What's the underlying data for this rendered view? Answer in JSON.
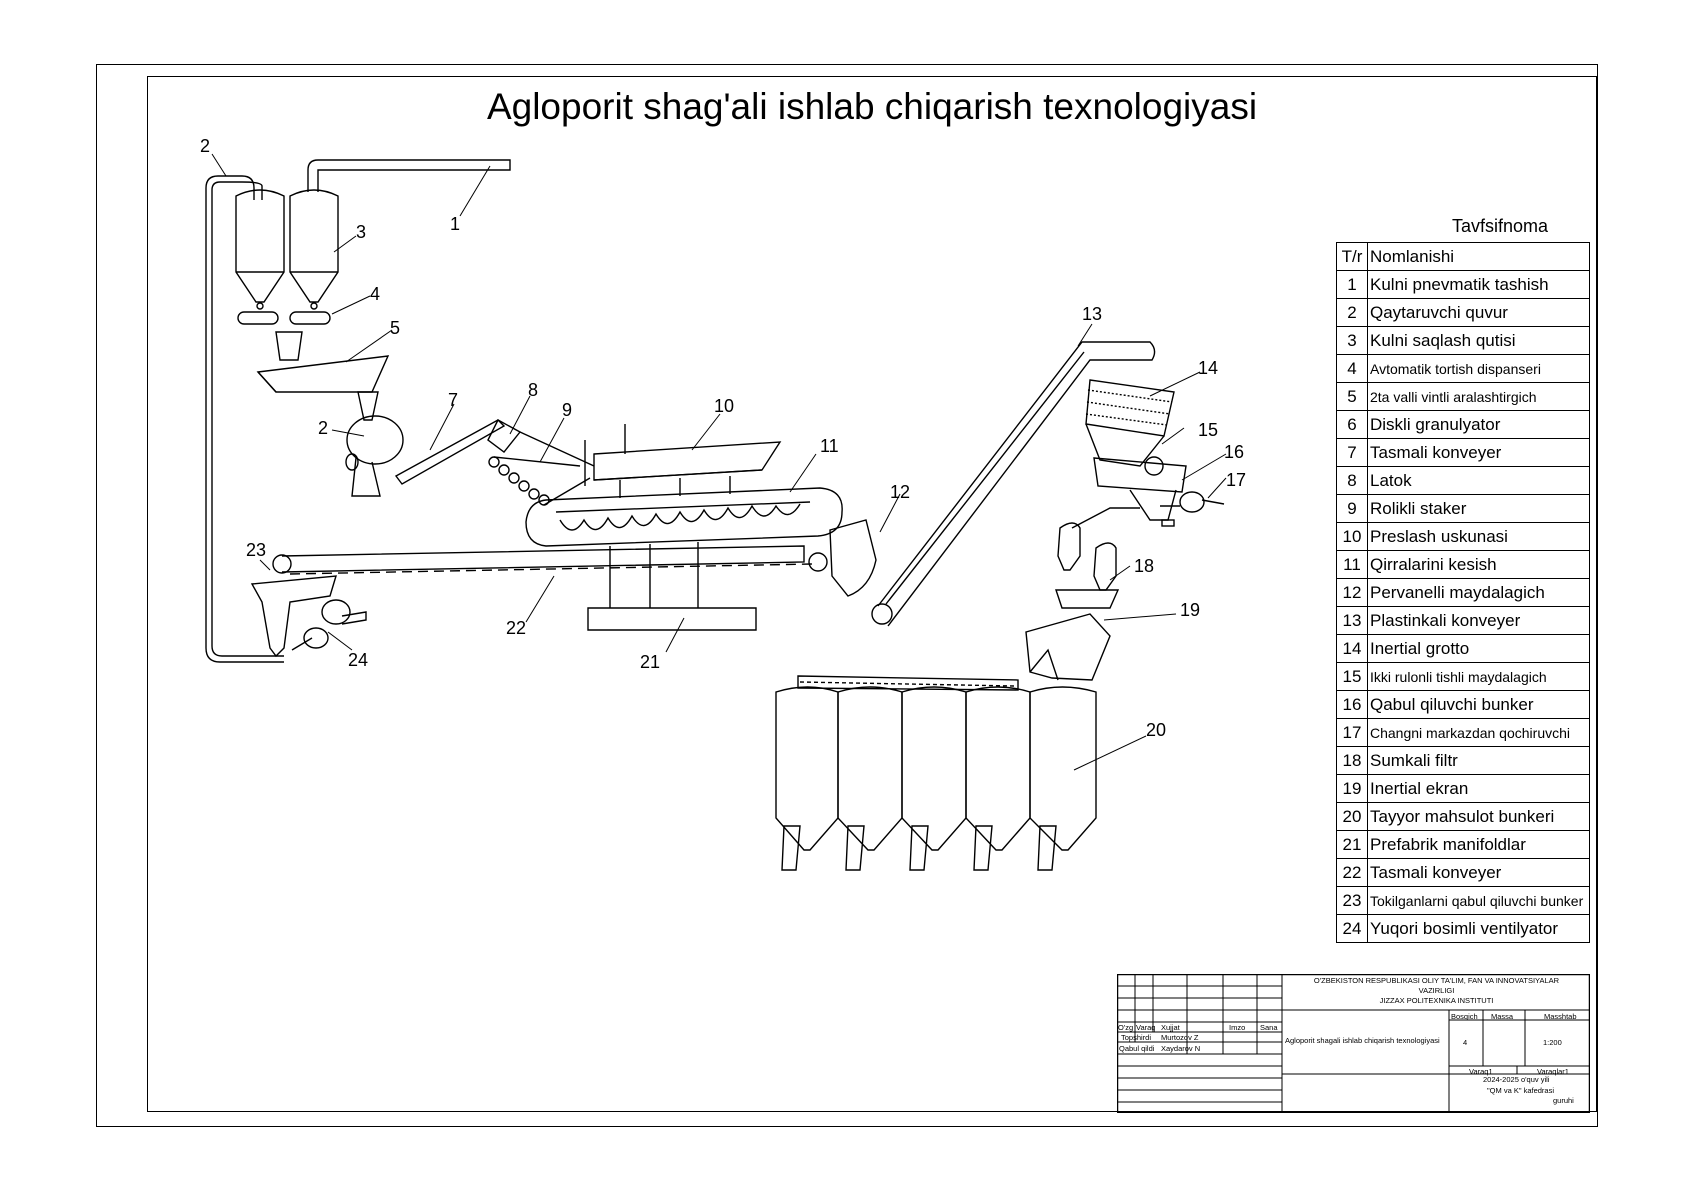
{
  "title": "Agloporit shag'ali ishlab chiqarish texnologiyasi",
  "callouts": [
    "1",
    "2",
    "3",
    "4",
    "5",
    "2",
    "7",
    "8",
    "9",
    "10",
    "11",
    "12",
    "13",
    "14",
    "15",
    "16",
    "17",
    "18",
    "19",
    "20",
    "21",
    "22",
    "23",
    "24"
  ],
  "specification": {
    "caption": "Tavfsifnoma",
    "header": {
      "num": "T/r",
      "name": "Nomlanishi"
    },
    "rows": [
      {
        "num": "1",
        "name": "Kulni pnevmatik tashish"
      },
      {
        "num": "2",
        "name": "Qaytaruvchi quvur"
      },
      {
        "num": "3",
        "name": "Kulni saqlash qutisi"
      },
      {
        "num": "4",
        "name": "Avtomatik tortish dispanseri"
      },
      {
        "num": "5",
        "name": "2ta valli vintli aralashtirgich"
      },
      {
        "num": "6",
        "name": "Diskli granulyator"
      },
      {
        "num": "7",
        "name": "Tasmali konveyer"
      },
      {
        "num": "8",
        "name": "Latok"
      },
      {
        "num": "9",
        "name": "Rolikli staker"
      },
      {
        "num": "10",
        "name": "Preslash uskunasi"
      },
      {
        "num": "11",
        "name": "Qirralarini kesish"
      },
      {
        "num": "12",
        "name": "Pervanelli maydalagich"
      },
      {
        "num": "13",
        "name": "Plastinkali konveyer"
      },
      {
        "num": "14",
        "name": "Inertial grotto"
      },
      {
        "num": "15",
        "name": "Ikki rulonli tishli maydalagich"
      },
      {
        "num": "16",
        "name": "Qabul qiluvchi bunker"
      },
      {
        "num": "17",
        "name": "Changni markazdan qochiruvchi"
      },
      {
        "num": "18",
        "name": "Sumkali filtr"
      },
      {
        "num": "19",
        "name": "Inertial ekran"
      },
      {
        "num": "20",
        "name": "Tayyor mahsulot bunkeri"
      },
      {
        "num": "21",
        "name": "Prefabrik manifoldlar"
      },
      {
        "num": "22",
        "name": "Tasmali konveyer"
      },
      {
        "num": "23",
        "name": "Tokilganlarni qabul qiluvchi bunker"
      },
      {
        "num": "24",
        "name": "Yuqori bosimli ventilyator"
      }
    ]
  },
  "title_block": {
    "org_line1": "O'ZBEKISTON RESPUBLIKASI OLIY TA'LIM, FAN VA INNOVATSIYALAR",
    "org_line2": "VAZIRLIGI",
    "org_line3": "JIZZAX POLITEXNIKA INSTITUTI",
    "col_ozg": "O'zg",
    "col_varaq": "Varaq",
    "col_xujjat": "Xujjat",
    "col_imzo": "Imzo",
    "col_sana": "Sana",
    "topshirdi_label": "Topshirdi",
    "topshirdi_name": "Murtozov Z",
    "qabul_label": "Qabul qildi",
    "qabul_name": "Xaydarov N",
    "drawing_title": "Agloporit shagali ishlab chiqarish texnologiyasi",
    "bosqich_label": "Bosqich",
    "massa_label": "Massa",
    "masshtab_label": "Masshtab",
    "bosqich_value": "4",
    "masshtab_value": "1:200",
    "varaq_label": "Varaq1",
    "varaqlar_label": "Varaqlar1",
    "year": "2024-2025 o'quv yili",
    "dept": "\"QM va K\" kafedrasi",
    "group": "guruhi"
  }
}
